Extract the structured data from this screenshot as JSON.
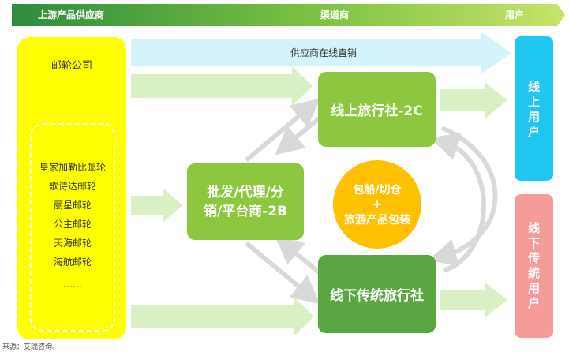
{
  "header": {
    "supplier": "上游产品供应商",
    "channel": "渠道商",
    "user": "用户"
  },
  "supplier_box": {
    "company": "邮轮公司",
    "cruises": [
      "皇家加勒比邮轮",
      "歌诗达邮轮",
      "丽星邮轮",
      "公主邮轮",
      "天海邮轮",
      "海航邮轮",
      "……"
    ]
  },
  "direct_arrow_label": "供应商在线直销",
  "online_agency": "线上旅行社-2C",
  "wholesale": {
    "line1": "批发/代理/分",
    "line2": "销/平台商-2B"
  },
  "offline_agency": "线下传统旅行社",
  "packaging": {
    "line1": "包船/切仓",
    "plus": "+",
    "line2": "旅游产品包装"
  },
  "online_users": "线上用户",
  "offline_users": "线下传统用户",
  "source": "来源：艾瑞咨询。",
  "colors": {
    "yellow": "#ffff00",
    "green_light": "#8dc63f",
    "green_dark": "#5aa642",
    "orange": "#ffc000",
    "cyan": "#1fc6f2",
    "pink": "#f59c9b",
    "light_arrow_green": "#d9f0c4",
    "light_arrow_cyan": "#d4f3fb"
  }
}
